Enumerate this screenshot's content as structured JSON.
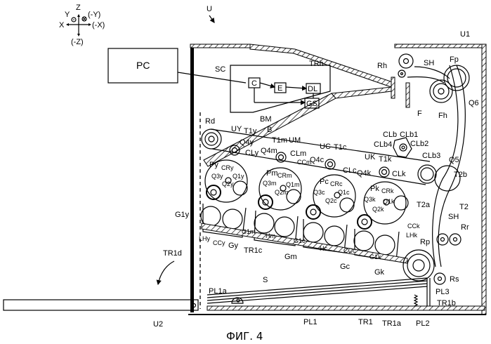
{
  "figure": {
    "caption": "ФИГ. 4",
    "apparatus_label": "U",
    "host_box_label": "PC"
  },
  "axes_legend": {
    "z": "Z",
    "neg_z": "(-Z)",
    "x": "X",
    "neg_x": "(-X)",
    "y": "Y",
    "neg_y": "(-Y)"
  },
  "controller": {
    "label": "SC",
    "blocks": [
      "C",
      "E",
      "DL",
      "GS"
    ]
  },
  "labels": {
    "U1": "U1",
    "U2": "U2",
    "TRh": "TRh",
    "Rh": "Rh",
    "SH_top": "SH",
    "Fp": "Fp",
    "F": "F",
    "Fh": "Fh",
    "Q6": "Q6",
    "Rd": "Rd",
    "BM": "BM",
    "B": "B",
    "UY": "UY",
    "T1y": "T1y",
    "Q4y": "Q4y",
    "CLy": "CLy",
    "T1m": "T1m",
    "UM": "UM",
    "Q4m": "Q4m",
    "CLm": "CLm",
    "CCm": "CCm",
    "UC": "UC",
    "T1c": "T1c",
    "Q4c": "Q4c",
    "CLc": "CLc",
    "UK": "UK",
    "T1k": "T1k",
    "Q4k": "Q4k",
    "CLk": "CLk",
    "CLb": "CLb",
    "CLb1": "CLb1",
    "CLb2": "CLb2",
    "CLb3": "CLb3",
    "CLb4": "CLb4",
    "Q5": "Q5",
    "T2b": "T2b",
    "T2": "T2",
    "T2a": "T2a",
    "SH_mid": "SH",
    "Rr": "Rr",
    "Rp": "Rp",
    "Rs": "Rs",
    "Py": "Py",
    "CRy": "CRy",
    "Q3y": "Q3y",
    "Q1y": "Q1y",
    "Q2y": "Q2y",
    "Pm": "Pm",
    "CRm": "CRm",
    "Q3m": "Q3m",
    "Q1m": "Q1m",
    "Q2m": "Q2m",
    "Pc": "Pc",
    "CRc": "CRc",
    "Q3c": "Q3c",
    "Q1c": "Q1c",
    "Q2c": "Q2c",
    "Pk": "Pk",
    "CRk": "CRk",
    "Q3k": "Q3k",
    "Q1k": "Q1k",
    "Q2k": "Q2k",
    "G1y": "G1y",
    "LHy": "LHy",
    "CCy": "CCy",
    "Gy": "Gy",
    "TR1c": "TR1c",
    "G1m": "G1m",
    "Hm": "Hm",
    "Gm": "Gm",
    "G1c": "G1c",
    "Hc": "Hc",
    "CCc": "CCc",
    "Gc": "Gc",
    "G1k": "G1k",
    "Gk": "Gk",
    "CCk": "CCk",
    "LHk": "LHk",
    "TR1d": "TR1d",
    "S": "S",
    "PL1a": "PL1a",
    "PL1": "PL1",
    "TR1": "TR1",
    "TR1a": "TR1a",
    "PL2": "PL2",
    "PL3": "PL3",
    "TR1b": "TR1b"
  }
}
